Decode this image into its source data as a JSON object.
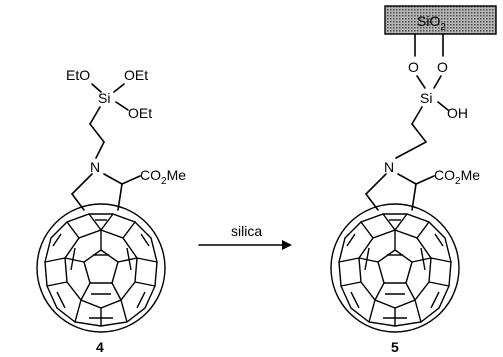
{
  "compound_left": {
    "number": "4",
    "silane_groups": [
      "EtO",
      "OEt",
      "OEt"
    ],
    "si_label": "Si",
    "n_label": "N",
    "ester_label": {
      "main": "CO",
      "sub": "2",
      "tail": "Me"
    }
  },
  "reaction": {
    "reagent": "silica"
  },
  "compound_right": {
    "number": "5",
    "support": {
      "main": "SiO",
      "sub": "2"
    },
    "o_left": "O",
    "o_right": "O",
    "si_label": "Si",
    "oh_label": "OH",
    "n_label": "N",
    "ester_label": {
      "main": "CO",
      "sub": "2",
      "tail": "Me"
    }
  },
  "colors": {
    "ink": "#000000",
    "support_fill": "#8a8a8a"
  }
}
